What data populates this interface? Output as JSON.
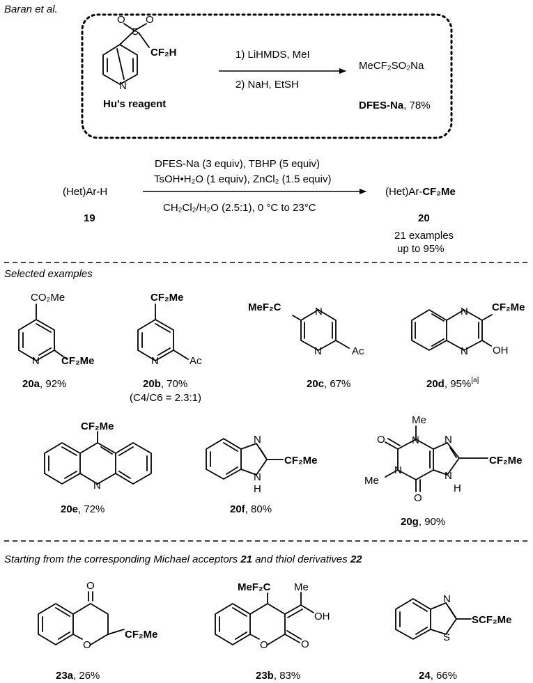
{
  "header": {
    "citation": "Baran et al."
  },
  "reagent_box": {
    "reagent_name": "Hu's reagent",
    "atom_S": "S",
    "atom_O1": "O",
    "atom_O2": "O",
    "atom_N": "N",
    "group_cf2h": "CF₂H",
    "step1": "1) LiHMDS, MeI",
    "step2": "2) NaH, EtSH",
    "product_formula": "MeCF₂SO₂Na",
    "product_name": "DFES-Na",
    "product_yield": ", 78%"
  },
  "main_reaction": {
    "substrate": "(Het)Ar-H",
    "substrate_id": "19",
    "cond_line1": "DFES-Na (3 equiv), TBHP (5 equiv)",
    "cond_line2": "TsOH•H₂O (1 equiv), ZnCl₂ (1.5 equiv)",
    "cond_line3": "CH₂Cl₂/H₂O (2.5:1), 0 °C to 23°C",
    "product_prefix": "(Het)Ar-",
    "product_group": "CF₂Me",
    "product_id": "20",
    "scope_line1": "21 examples",
    "scope_line2": "up to 95%"
  },
  "section1": {
    "heading": "Selected examples",
    "examples": [
      {
        "id": "20a",
        "yield": ", 92%",
        "labels": {
          "co2me": "CO₂Me",
          "n": "N",
          "cf2me": "CF₂Me"
        }
      },
      {
        "id": "20b",
        "yield": ", 70%",
        "note": "(C4/C6 = 2.3:1)",
        "labels": {
          "cf2me": "CF₂Me",
          "n": "N",
          "ac": "Ac"
        }
      },
      {
        "id": "20c",
        "yield": ", 67%",
        "labels": {
          "mef2c": "MeF₂C",
          "n1": "N",
          "n2": "N",
          "ac": "Ac"
        }
      },
      {
        "id": "20d",
        "yield": ", 95%",
        "sup": "[a]",
        "labels": {
          "n1": "N",
          "n2": "N",
          "cf2me": "CF₂Me",
          "oh": "OH"
        }
      },
      {
        "id": "20e",
        "yield": ", 72%",
        "labels": {
          "cf2me": "CF₂Me",
          "n": "N"
        }
      },
      {
        "id": "20f",
        "yield": ", 80%",
        "labels": {
          "n": "N",
          "nh": "N",
          "h": "H",
          "cf2me": "CF₂Me"
        }
      },
      {
        "id": "20g",
        "yield": ", 90%",
        "labels": {
          "me1": "Me",
          "me2": "Me",
          "o1": "O",
          "o2": "O",
          "n1": "N",
          "n2": "N",
          "n3": "N",
          "n4": "N",
          "h": "H",
          "cf2me": "CF₂Me"
        }
      }
    ]
  },
  "section2": {
    "heading_pre": "Starting from the corresponding Michael acceptors ",
    "heading_id1": "21",
    "heading_mid": " and thiol derivatives ",
    "heading_id2": "22",
    "examples": [
      {
        "id": "23a",
        "yield": ", 26%",
        "labels": {
          "o_keto": "O",
          "o_ring": "O",
          "cf2me": "CF₂Me"
        }
      },
      {
        "id": "23b",
        "yield": ", 83%",
        "labels": {
          "mef2c": "MeF₂C",
          "me": "Me",
          "oh": "OH",
          "o_ring": "O",
          "o_keto": "O"
        }
      },
      {
        "id": "24",
        "yield": ", 66%",
        "labels": {
          "n": "N",
          "s": "S",
          "scf2me": "SCF₂Me"
        }
      }
    ]
  }
}
